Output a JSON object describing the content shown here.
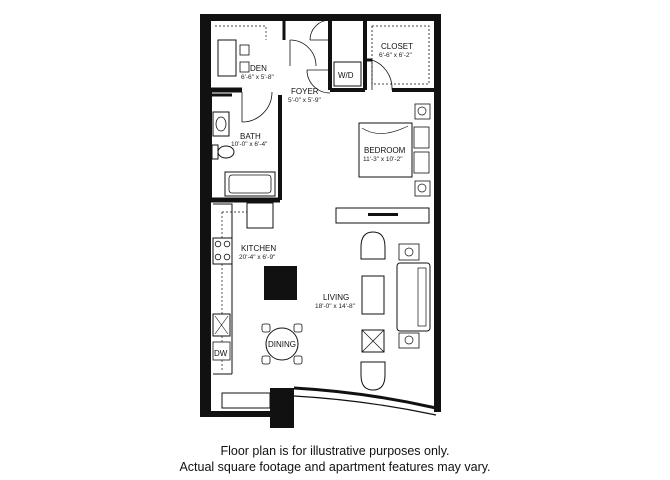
{
  "rooms": {
    "den": {
      "name": "DEN",
      "size": "6'-6\" x 5'-8\""
    },
    "foyer": {
      "name": "FOYER",
      "size": "5'-0\" x 5'-9\""
    },
    "wd": {
      "name": "W/D"
    },
    "closet": {
      "name": "CLOSET",
      "size": "6'-6\" x 6'-2\""
    },
    "bath": {
      "name": "BATH",
      "size": "10'-0\" x 6'-4\""
    },
    "bedroom": {
      "name": "BEDROOM",
      "size": "11'-3\" x 10'-2\""
    },
    "kitchen": {
      "name": "KITCHEN",
      "size": "20'-4\" x 6'-9\""
    },
    "living": {
      "name": "LIVING",
      "size": "18'-0\" x 14'-8\""
    },
    "dining": {
      "name": "DINING"
    },
    "dw": {
      "name": "DW"
    }
  },
  "disclaimer": {
    "line1": "Floor plan is for illustrative purposes only.",
    "line2": "Actual square footage and apartment features may vary."
  },
  "colors": {
    "wall": "#111111",
    "line": "#111111",
    "background": "#ffffff"
  }
}
